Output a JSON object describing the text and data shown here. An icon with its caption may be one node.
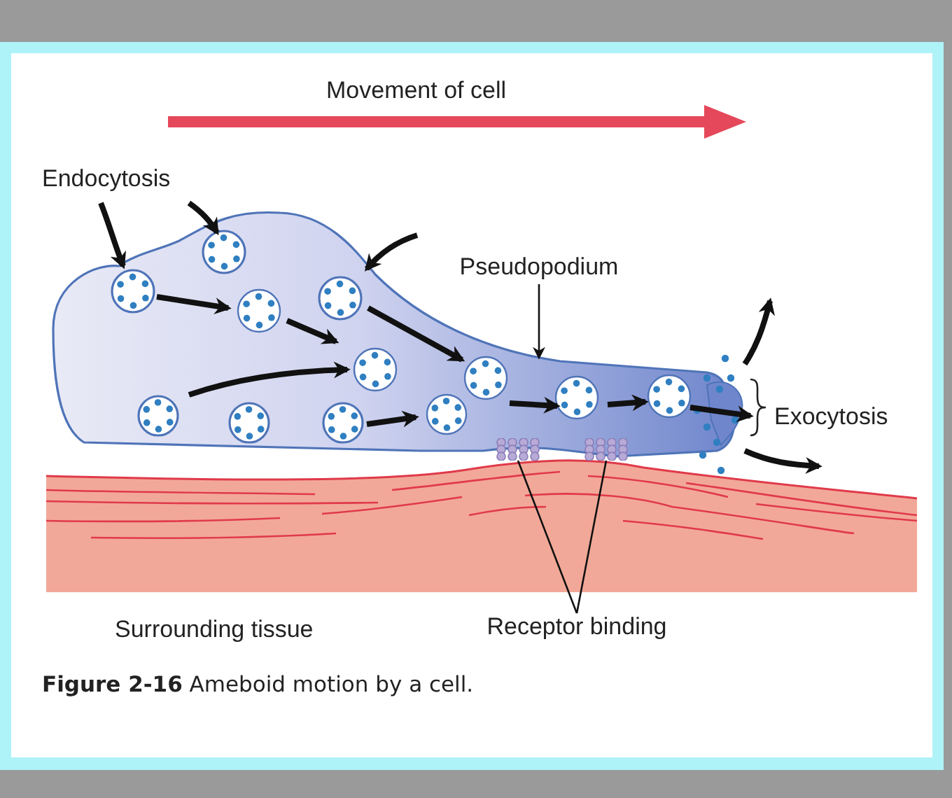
{
  "diagram": {
    "caption": "**Figure 2-16** Ameboid motion by a cell.",
    "nodes": [
      {
        "text": [
          "Pseudopodium"
        ]
      },
      {
        "text": [
          "Receptor binding"
        ]
      },
      {
        "text": [],
        "shape": "picture"
      },
      {
        "text": [],
        "shape": "picture"
      }
    ],
    "edges": [
      {
        "from": 0,
        "to": null,
        "arrow": "to"
      },
      {
        "from": 1,
        "to": 2,
        "arrow": "none"
      },
      {
        "from": 1,
        "to": 3,
        "arrow": "none"
      }
    ],
    "labels": [
      "Movement of cell",
      "Endocytosis",
      "Exocytosis",
      "Surrounding tissue"
    ]
  }
}
